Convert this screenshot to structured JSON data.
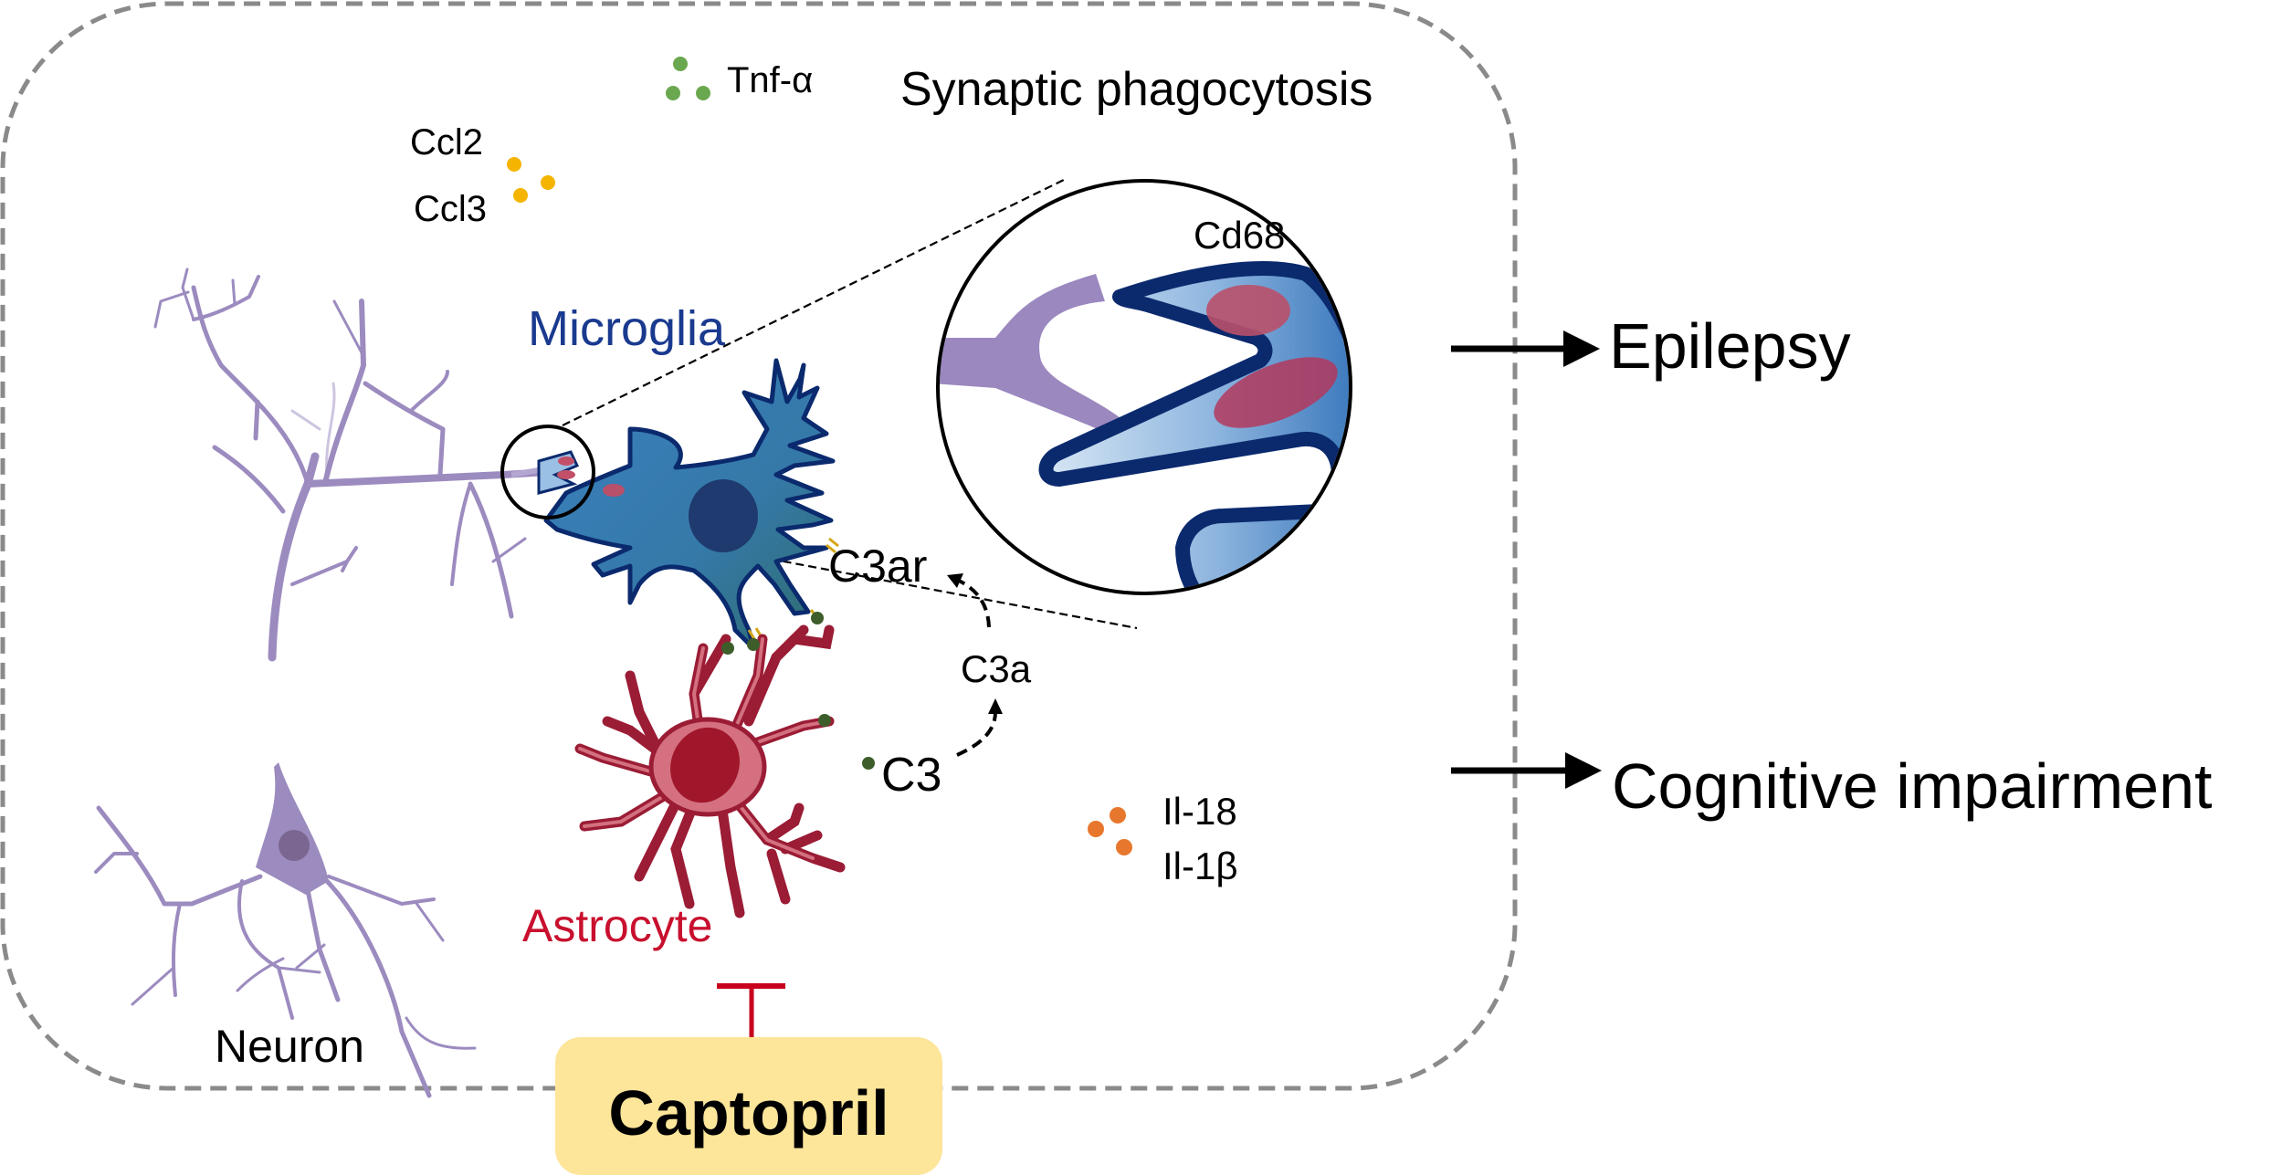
{
  "figure": {
    "title": "Synaptic phagocytosis",
    "cells": {
      "neuron": "Neuron",
      "microglia": "Microglia",
      "astrocyte": "Astrocyte"
    },
    "markers": {
      "lysosome": "Cd68",
      "receptor": "C3ar",
      "complement": "C3",
      "complement_fragment": "C3a"
    },
    "cytokines": [
      {
        "label": "Tnf-α",
        "color": "#6aa84f"
      },
      {
        "label": "Ccl2",
        "color": "#f4b400"
      },
      {
        "label": "Ccl3",
        "color": "#f4b400"
      },
      {
        "label": "Il-18",
        "color": "#e8772e"
      },
      {
        "label": "Il-1β",
        "color": "#e8772e"
      }
    ],
    "outcomes": [
      "Epilepsy",
      "Cognitive impairment"
    ],
    "drug": {
      "label": "Captopril",
      "fill": "#fde59a",
      "inhibit_color": "#c8001e"
    },
    "colors": {
      "neuron": "#9c8bbf",
      "microglia": "#3a7bb5",
      "microglia_outline": "#0b2a6e",
      "astrocyte": "#9b1c35",
      "microglia_label": "#1a3a8f",
      "astrocyte_label": "#c8102e",
      "frame": "#8a8a8a"
    }
  }
}
